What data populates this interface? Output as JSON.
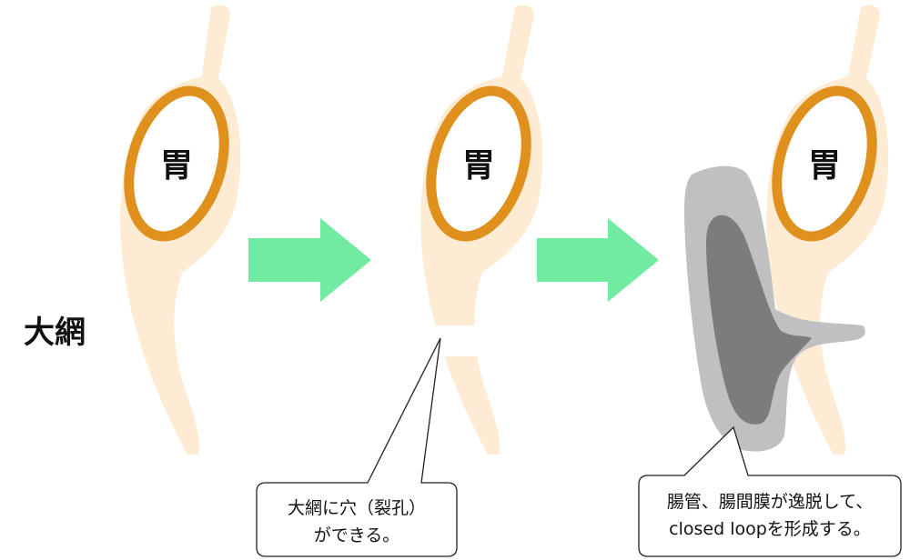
{
  "labels": {
    "omentum": "大網",
    "stomach_1": "胃",
    "stomach_2": "胃",
    "stomach_3": "胃"
  },
  "callouts": {
    "hole": {
      "line1": "大網に穴（裂孔）",
      "line2": "ができる。"
    },
    "loop": {
      "line1": "腸管、腸間膜が逸脱して、",
      "line2": "closed loopを形成する。"
    }
  },
  "colors": {
    "omentum": "#fdebd3",
    "stomach_outline": "#e0901c",
    "stomach_fill": "#ffffff",
    "arrow": "#72eba2",
    "bowel_outer": "#c0c0c0",
    "bowel_inner": "#7c7c7c",
    "callout_border": "#222222"
  }
}
